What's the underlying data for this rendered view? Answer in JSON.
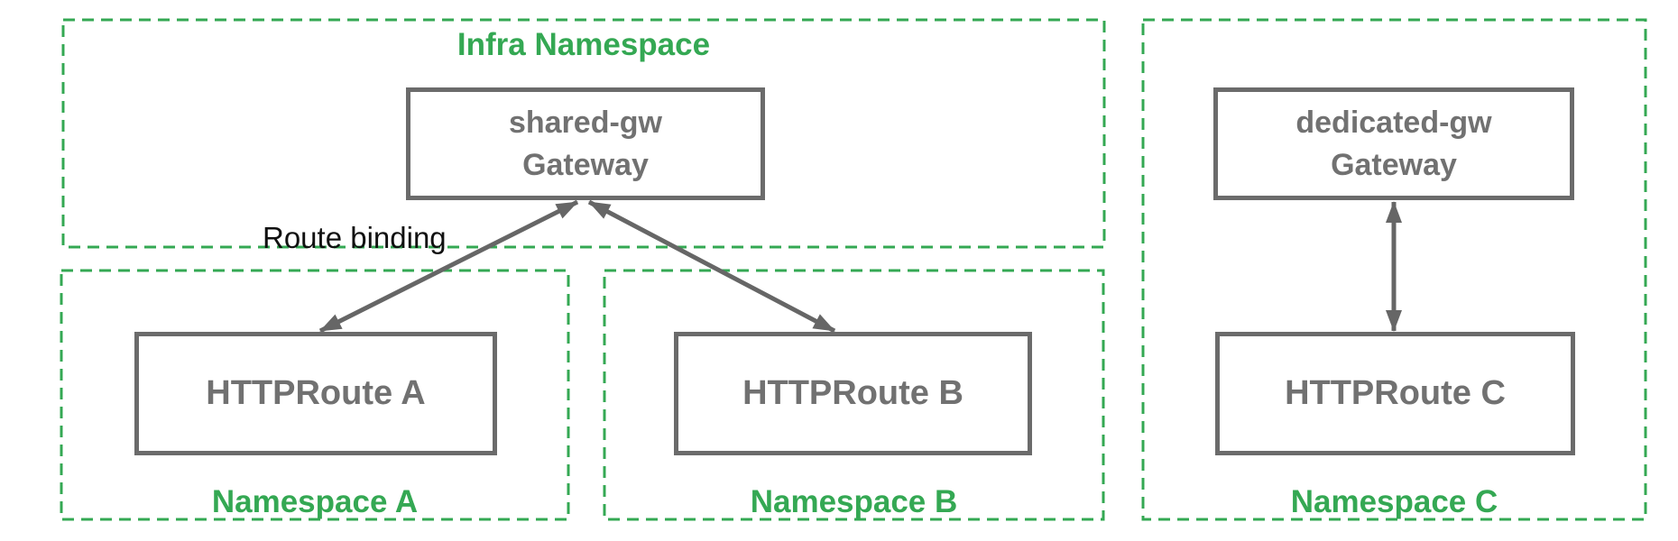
{
  "colors": {
    "namespace_border_green": "#34a853",
    "namespace_label_green": "#34a853",
    "node_border_gray": "#6b6b6b",
    "node_text_gray": "#717171",
    "arrow_gray": "#666666",
    "annotation_black": "#111111"
  },
  "namespaces": {
    "infra": {
      "label": "Infra Namespace"
    },
    "a": {
      "label": "Namespace A"
    },
    "b": {
      "label": "Namespace B"
    },
    "c": {
      "label": "Namespace C"
    }
  },
  "nodes": {
    "shared_gw": {
      "name": "shared-gw",
      "type": "Gateway"
    },
    "dedicated_gw": {
      "name": "dedicated-gw",
      "type": "Gateway"
    },
    "route_a": {
      "label": "HTTPRoute A"
    },
    "route_b": {
      "label": "HTTPRoute B"
    },
    "route_c": {
      "label": "HTTPRoute C"
    }
  },
  "annotations": {
    "route_binding": "Route binding"
  },
  "edges": [
    {
      "from": "route_a",
      "to": "shared_gw",
      "style": "double-arrow"
    },
    {
      "from": "route_b",
      "to": "shared_gw",
      "style": "double-arrow"
    },
    {
      "from": "route_c",
      "to": "dedicated_gw",
      "style": "double-arrow"
    }
  ]
}
